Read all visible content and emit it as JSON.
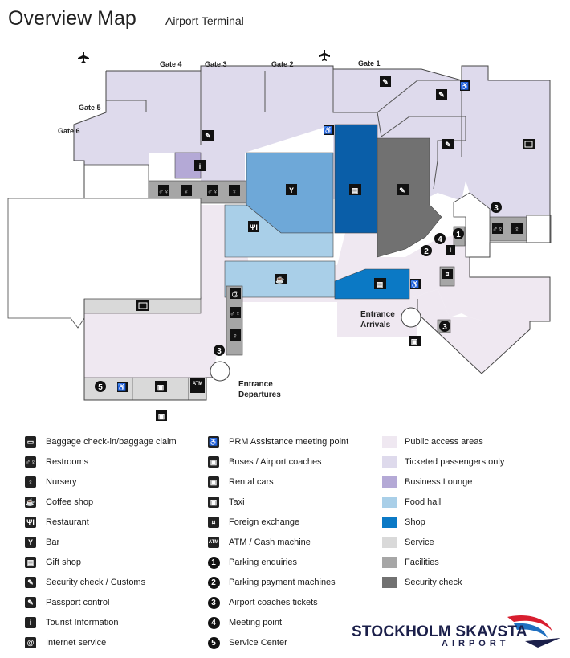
{
  "title": "Overview Map",
  "subtitle": "Airport Terminal",
  "gates": [
    "Gate 1",
    "Gate 2",
    "Gate 3",
    "Gate 4",
    "Gate 5",
    "Gate 6"
  ],
  "entrances": {
    "arrivals": [
      "Entrance",
      "Arrivals"
    ],
    "departures": [
      "Entrance",
      "Departures"
    ]
  },
  "map_markers": {
    "atm": "ATM",
    "numbers": [
      "1",
      "2",
      "3",
      "4",
      "5"
    ]
  },
  "colors": {
    "public_access": "#efe8f1",
    "ticketed": "#dedaec",
    "business_lounge": "#b4a9d6",
    "food_hall": "#a9cfe8",
    "food_hall_dark": "#6ea8d8",
    "shop": "#0b79c5",
    "shop_dark": "#0a5ea8",
    "service": "#d9d9d9",
    "facilities": "#a6a6a6",
    "security": "#717171"
  },
  "legend": {
    "icons": [
      {
        "icon": "baggage-icon",
        "label": "Baggage check-in/baggage claim",
        "glyph": "▭"
      },
      {
        "icon": "restrooms-icon",
        "label": "Restrooms",
        "glyph": "♂♀"
      },
      {
        "icon": "nursery-icon",
        "label": "Nursery",
        "glyph": "♀"
      },
      {
        "icon": "coffee-icon",
        "label": "Coffee shop",
        "glyph": "☕"
      },
      {
        "icon": "restaurant-icon",
        "label": "Restaurant",
        "glyph": "ΨΙ"
      },
      {
        "icon": "bar-icon",
        "label": "Bar",
        "glyph": "Y"
      },
      {
        "icon": "gift-shop-icon",
        "label": "Gift shop",
        "glyph": "▤"
      },
      {
        "icon": "security-icon",
        "label": "Security check / Customs",
        "glyph": "✎"
      },
      {
        "icon": "passport-icon",
        "label": "Passport control",
        "glyph": "✎"
      },
      {
        "icon": "tourist-info-icon",
        "label": "Tourist Information",
        "glyph": "i"
      },
      {
        "icon": "internet-icon",
        "label": "Internet service",
        "glyph": "@"
      }
    ],
    "services": [
      {
        "icon": "wheelchair-icon",
        "label": "PRM Assistance meeting point",
        "glyph": "♿"
      },
      {
        "icon": "bus-icon",
        "label": "Buses / Airport coaches",
        "glyph": "▣"
      },
      {
        "icon": "rental-car-icon",
        "label": "Rental cars",
        "glyph": "▣"
      },
      {
        "icon": "taxi-icon",
        "label": "Taxi",
        "glyph": "▣"
      },
      {
        "icon": "exchange-icon",
        "label": "Foreign exchange",
        "glyph": "¤"
      },
      {
        "icon": "atm-icon",
        "label": "ATM / Cash machine",
        "glyph": "ATM"
      },
      {
        "icon": "number-1-icon",
        "label": "Parking enquiries",
        "glyph": "1"
      },
      {
        "icon": "number-2-icon",
        "label": "Parking payment machines",
        "glyph": "2"
      },
      {
        "icon": "number-3-icon",
        "label": "Airport coaches tickets",
        "glyph": "3"
      },
      {
        "icon": "number-4-icon",
        "label": "Meeting point",
        "glyph": "4"
      },
      {
        "icon": "number-5-icon",
        "label": "Service Center",
        "glyph": "5"
      }
    ],
    "areas": [
      {
        "label": "Public access areas",
        "color": "#efe8f1"
      },
      {
        "label": "Ticketed passengers only",
        "color": "#dedaec"
      },
      {
        "label": "Business Lounge",
        "color": "#b4a9d6"
      },
      {
        "label": "Food hall",
        "color": "#a9cfe8"
      },
      {
        "label": "Shop",
        "color": "#0b79c5"
      },
      {
        "label": "Service",
        "color": "#d9d9d9"
      },
      {
        "label": "Facilities",
        "color": "#a6a6a6"
      },
      {
        "label": "Security check",
        "color": "#717171"
      }
    ]
  },
  "logo": {
    "name": "STOCKHOLM SKAVSTA",
    "sub": "AIRPORT"
  }
}
